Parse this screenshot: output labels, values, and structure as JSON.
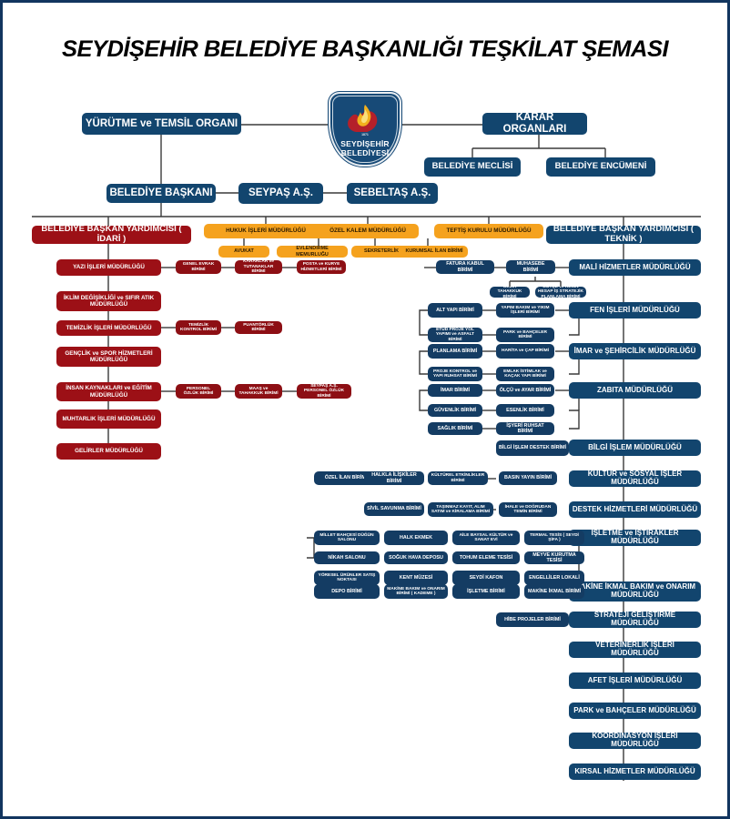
{
  "page": {
    "title": "SEYDİŞEHİR BELEDİYE BAŞKANLIĞI TEŞKİLAT ŞEMASI",
    "border_color": "#12355f",
    "background": "#ffffff"
  },
  "logo": {
    "name": "seydisehir-belediyesi-logo",
    "line1": "SEYDİŞEHİR",
    "line2": "BELEDİYESİ",
    "year": "1871",
    "shield_color": "#174a77",
    "flame_color": "#f2b01e",
    "accent_color": "#b4202a"
  },
  "colors": {
    "navy": "#12456e",
    "navy_dark": "#143c63",
    "red": "#9c1016",
    "red_dark": "#8d0f14",
    "orange": "#f5a21e",
    "wire": "#3a3a3a"
  },
  "top": {
    "executive_organ": "YÜRÜTME ve TEMSİL ORGANI",
    "decision_organs": "KARAR ORGANLARI",
    "council": "BELEDİYE MECLİSİ",
    "committee": "BELEDİYE ENCÜMENİ",
    "mayor": "BELEDİYE BAŞKANI",
    "company_1": "SEYPAŞ A.Ş.",
    "company_2": "SEBELTAŞ A.Ş."
  },
  "deputies": {
    "administrative": "BELEDİYE BAŞKAN YARDIMCISI ( İDARİ )",
    "technical": "BELEDİYE BAŞKAN YARDIMCISI ( TEKNİK )"
  },
  "direct_units": [
    {
      "label": "HUKUK İŞLERİ MÜDÜRLÜĞÜ",
      "children": [
        "AVUKAT"
      ]
    },
    {
      "label": "ÖZEL KALEM MÜDÜRLÜĞÜ",
      "children": [
        "EVLENDİRME MEMURLUĞU",
        "SEKRETERLİK"
      ]
    },
    {
      "label": "TEFTİŞ KURULU MÜDÜRLÜĞÜ",
      "children": [
        "KURUMSAL İLAN BİRİMİ"
      ]
    }
  ],
  "left_column": [
    {
      "label": "YAZI İŞLERİ MÜDÜRLÜĞÜ",
      "subs": [
        "GENEL EVRAK BİRİMİ",
        "KARARLAR ve TUTANAKLAR BİRİMİ",
        "POSTA ve KURYE HİZMETLERİ BİRİMİ"
      ]
    },
    {
      "label": "İKLİM DEĞİŞİKLİĞİ ve SIFIR ATIK MÜDÜRLÜĞÜ",
      "subs": []
    },
    {
      "label": "TEMİZLİK İŞLERİ MÜDÜRLÜĞÜ",
      "subs": [
        "TEMİZLİK KONTROL BİRİMİ",
        "PUANTÖRLÜK BİRİMİ"
      ]
    },
    {
      "label": "GENÇLİK ve SPOR HİZMETLERİ MÜDÜRLÜĞÜ",
      "subs": []
    },
    {
      "label": "İNSAN KAYNAKLARI ve EĞİTİM MÜDÜRLÜĞÜ",
      "subs": [
        "PERSONEL ÖZLÜK BİRİMİ",
        "MAAŞ ve TAHAKKUK BİRİMİ",
        "SEYPAŞ A.Ş. PERSONEL ÖZLÜK BİRİMİ"
      ]
    },
    {
      "label": "MUHTARLIK İŞLERİ MÜDÜRLÜĞÜ",
      "subs": []
    },
    {
      "label": "GELİRLER MÜDÜRLÜĞÜ",
      "subs": []
    }
  ],
  "right_column": [
    {
      "label": "MALİ HİZMETLER MÜDÜRLÜĞÜ"
    },
    {
      "label": "FEN İŞLERİ MÜDÜRLÜĞÜ"
    },
    {
      "label": "İMAR ve ŞEHİRCİLİK MÜDÜRLÜĞÜ"
    },
    {
      "label": "ZABITA MÜDÜRLÜĞÜ"
    },
    {
      "label": "BİLGİ İŞLEM MÜDÜRLÜĞÜ"
    },
    {
      "label": "KÜLTÜR ve SOSYAL İŞLER MÜDÜRLÜĞÜ"
    },
    {
      "label": "DESTEK HİZMETLERİ MÜDÜRLÜĞÜ"
    },
    {
      "label": "İŞLETME ve İŞTİRAKLER MÜDÜRLÜĞÜ"
    },
    {
      "label": "MAKİNE İKMAL BAKIM ve ONARIM MÜDÜRLÜĞÜ"
    },
    {
      "label": "STRATEJİ GELİŞTİRME MÜDÜRLÜĞÜ"
    },
    {
      "label": "VETERİNERLİK İŞLERİ MÜDÜRLÜĞÜ"
    },
    {
      "label": "AFET İŞLERİ MÜDÜRLÜĞÜ"
    },
    {
      "label": "PARK ve BAHÇELER MÜDÜRLÜĞÜ"
    },
    {
      "label": "KOORDİNASYON İŞLERİ MÜDÜRLÜĞÜ"
    },
    {
      "label": "KIRSAL HİZMETLER MÜDÜRLÜĞÜ"
    }
  ],
  "mid_units": {
    "mali": [
      "FATURA KABUL BİRİMİ",
      "MUHASEBE BİRİMİ"
    ],
    "mali_sub": [
      "GELİR TAHAKKUK BİRİMİ",
      "BÜTÇE ve KESİN HESAP İŞ STRATEJİK PLANLAMA BİRİMİ"
    ],
    "fen": [
      "ALT YAPI BİRİMİ",
      "YAPIM BAKIM ve YIKIM İŞLERİ BİRİMİ",
      "ETÜD PROJE YOL YAPIMI ve ASFALT BİRİMİ",
      "PARK ve BAHÇELER BİRİMİ"
    ],
    "imar": [
      "PLANLAMA BİRİMİ",
      "HARİTA ve ÇAP BİRİMİ",
      "PROJE KONTROL ve YAPI RUHSAT BİRİMİ",
      "EMLAK İSTİMLAK ve KAÇAK YAPI BİRİMİ"
    ],
    "zabita": [
      "İMAR BİRİMİ",
      "ÖLÇÜ ve AYAR BİRİMİ",
      "GÜVENLİK BİRİMİ",
      "ESENLİK BİRİMİ",
      "SAĞLIK BİRİMİ",
      "İŞYERİ RUHSAT BİRİMİ"
    ],
    "bilgi": [
      "BİLGİ İŞLEM DESTEK BİRİMİ"
    ],
    "kultur": [
      "ÖZEL İLAN BİRİMİ",
      "HALKLA İLİŞKİLER BİRİMİ",
      "KÜLTÜREL ETKİNLİKLER BİRİMİ",
      "BASIN YAYIN BİRİMİ"
    ],
    "destek": [
      "SİVİL SAVUNMA BİRİMİ",
      "TAŞINMAZ KAYIT, ALIM SATIM ve KİRALAMA BİRİMİ",
      "İHALE ve DOĞRUDAN TEMİN BİRİMİ"
    ],
    "isletme_r1": [
      "MİLLET BAHÇESİ DÜĞÜN SALONU",
      "HALK EKMEK",
      "AİLE BAYSAL KÜLTÜR ve SANAT EVİ",
      "TERMAL TESİS ( SEYDİ ŞİFA )"
    ],
    "isletme_r2": [
      "NİKAH SALONU",
      "SOĞUK HAVA DEPOSU",
      "TOHUM ELEME TESİSİ",
      "MEYVE KURUTMA TESİSİ"
    ],
    "isletme_r3": [
      "YÖRESEL ÜRÜNLER SATIŞ NOKTASI",
      "KENT MÜZESİ",
      "SEYDİ KAFON",
      "ENGELLİLER LOKALİ"
    ],
    "makine": [
      "DEPO BİRİMİ",
      "MAKİNE BAKIM ve ONARIM BİRİMİ ( KADEME )",
      "İŞLETME BİRİMİ",
      "MAKİNE İKMAL BİRİMİ"
    ],
    "strateji": [
      "HİBE PROJELER BİRİMİ"
    ]
  }
}
